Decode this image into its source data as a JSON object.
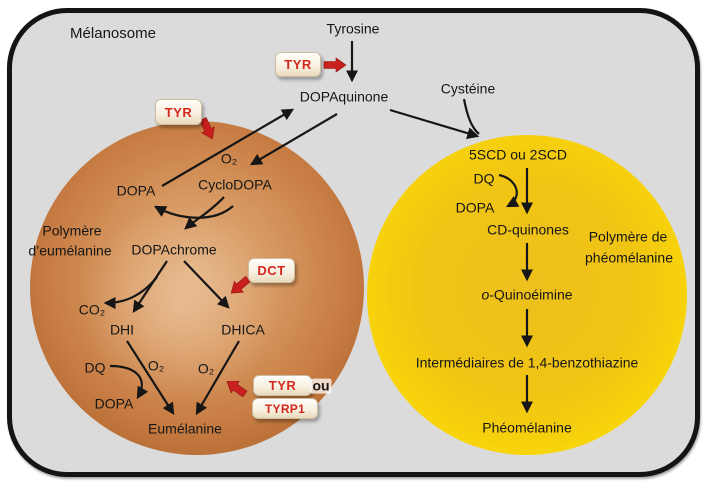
{
  "labels": {
    "melanosome": "Mélanosome",
    "tyrosine": "Tyrosine",
    "dopaquinone": "DOPAquinone",
    "cysteine": "Cystéine"
  },
  "eumelanin": {
    "o2_top": "O₂",
    "dopa": "DOPA",
    "cyclodopa": "CycloDOPA",
    "polymer_line1": "Polymère",
    "polymer_line2": "d’eumélanine",
    "dopachrome": "DOPAchrome",
    "co2": "CO₂",
    "dhi": "DHI",
    "dhica": "DHICA",
    "dq": "DQ",
    "o2_left": "O₂",
    "o2_right": "O₂",
    "dopa_bottom": "DOPA",
    "eumelanin": "Eumélanine"
  },
  "pheomelanin": {
    "scd": "5SCD ou 2SCD",
    "dq": "DQ",
    "dopa": "DOPA",
    "cd_quinones": "CD-quinones",
    "polymer_line1": "Polymère de",
    "polymer_line2": "phéomélanine",
    "quinoeimine_o": "o",
    "quinoeimine_rest": "-Quinoéimine",
    "benzothiazine_intermediates": "Intermédiaires de 1,4-benzothiazine",
    "pheomelanin": "Phéomélanine"
  },
  "enzymes": {
    "tyr_top": "TYR",
    "tyr_membrane": "TYR",
    "dct": "DCT",
    "tyr_bottom": "TYR",
    "or_label": "ou",
    "tyrp1": "TYRP1"
  },
  "colors": {
    "canvas-bg": "#ffffff",
    "membrane-fill": "#dbdbdb",
    "membrane-border": "#141414",
    "eumelanosome-inner": "#e0ad7c",
    "eumelanosome-mid": "#c97f45",
    "eumelanosome-outer": "#a95d28",
    "pheomelanosome-inner": "#eec01c",
    "pheomelanosome-outer": "#ffe304",
    "enzyme-red": "#d3281e",
    "block-arrow-red": "#c9201d",
    "arrow-black": "#161616",
    "text-black": "#161616"
  }
}
